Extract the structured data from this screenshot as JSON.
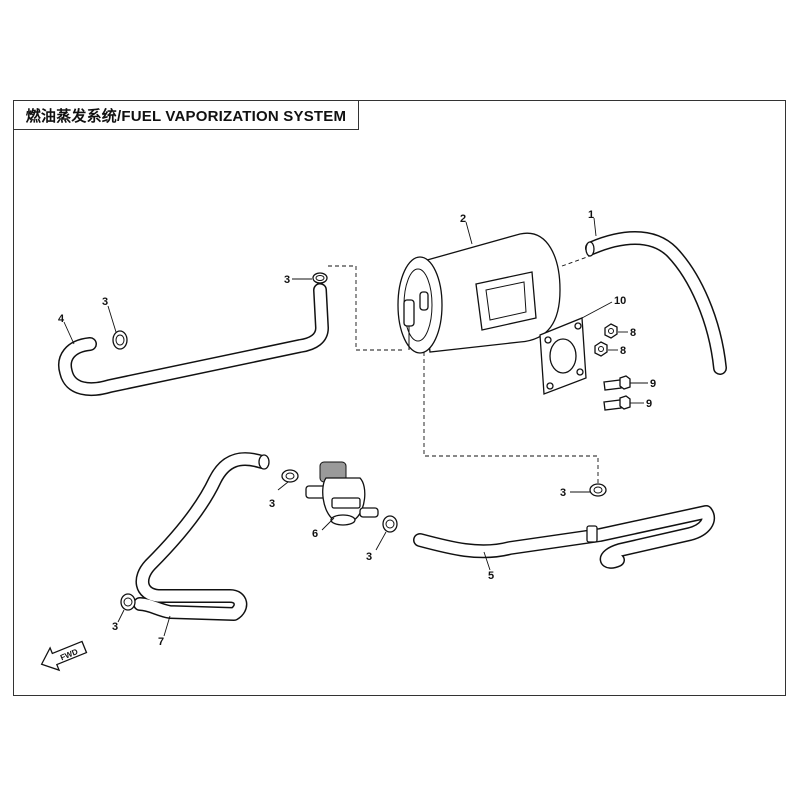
{
  "title": "燃油蒸发系统/FUEL VAPORIZATION SYSTEM",
  "fwd_label": "FWD",
  "callouts": [
    "1",
    "2",
    "3",
    "3",
    "3",
    "3",
    "3",
    "3",
    "4",
    "5",
    "6",
    "7",
    "8",
    "8",
    "9",
    "9",
    "10"
  ]
}
